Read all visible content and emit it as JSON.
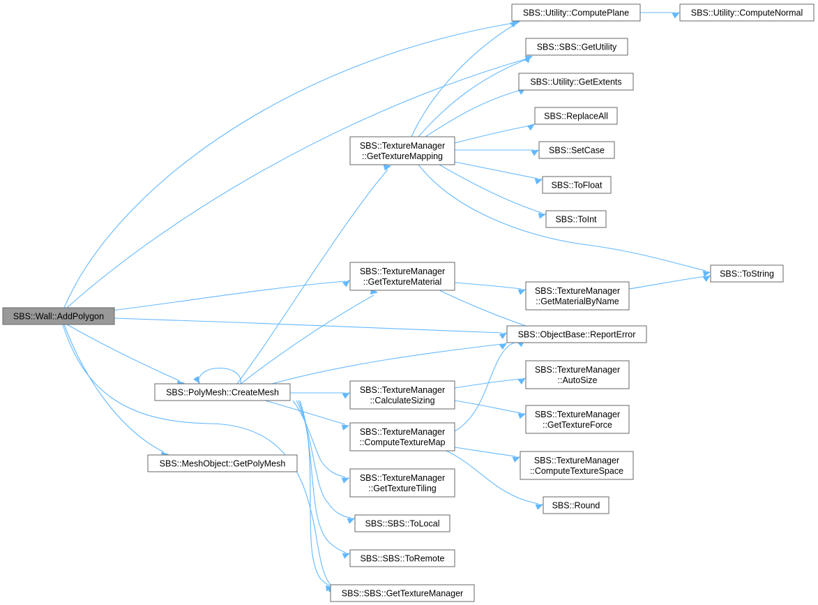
{
  "nodes": {
    "wall_addpolygon": [
      "SBS::Wall::AddPolygon"
    ],
    "compute_plane": [
      "SBS::Utility::ComputePlane"
    ],
    "compute_normal": [
      "SBS::Utility::ComputeNormal"
    ],
    "get_utility": [
      "SBS::SBS::GetUtility"
    ],
    "get_extents": [
      "SBS::Utility::GetExtents"
    ],
    "replace_all": [
      "SBS::ReplaceAll"
    ],
    "set_case": [
      "SBS::SetCase"
    ],
    "to_float": [
      "SBS::ToFloat"
    ],
    "to_int": [
      "SBS::ToInt"
    ],
    "to_string": [
      "SBS::ToString"
    ],
    "get_texture_mapping": [
      "SBS::TextureManager",
      "::GetTextureMapping"
    ],
    "get_texture_material": [
      "SBS::TextureManager",
      "::GetTextureMaterial"
    ],
    "get_material_by_name": [
      "SBS::TextureManager",
      "::GetMaterialByName"
    ],
    "report_error": [
      "SBS::ObjectBase::ReportError"
    ],
    "create_mesh": [
      "SBS::PolyMesh::CreateMesh"
    ],
    "get_poly_mesh": [
      "SBS::MeshObject::GetPolyMesh"
    ],
    "calculate_sizing": [
      "SBS::TextureManager",
      "::CalculateSizing"
    ],
    "auto_size": [
      "SBS::TextureManager",
      "::AutoSize"
    ],
    "get_texture_force": [
      "SBS::TextureManager",
      "::GetTextureForce"
    ],
    "compute_texture_map": [
      "SBS::TextureManager",
      "::ComputeTextureMap"
    ],
    "compute_texture_space": [
      "SBS::TextureManager",
      "::ComputeTextureSpace"
    ],
    "round": [
      "SBS::Round"
    ],
    "get_texture_tiling": [
      "SBS::TextureManager",
      "::GetTextureTiling"
    ],
    "to_local": [
      "SBS::SBS::ToLocal"
    ],
    "to_remote": [
      "SBS::SBS::ToRemote"
    ],
    "get_texture_manager": [
      "SBS::SBS::GetTextureManager"
    ]
  },
  "colors": {
    "edge": "#63b8ff",
    "node_border": "#666666",
    "root_fill": "#999999",
    "node_fill": "#ffffff"
  }
}
